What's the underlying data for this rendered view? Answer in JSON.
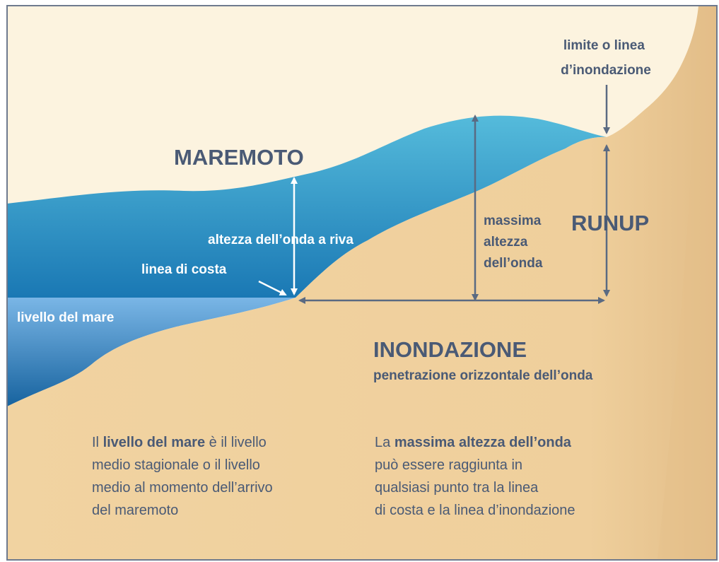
{
  "title": "MAREMOTO",
  "labels": {
    "inundation_limit_line1": "limite o linea",
    "inundation_limit_line2": "d’inondazione",
    "runup": "RUNUP",
    "max_height_line1": "massima",
    "max_height_line2": "altezza",
    "max_height_line3": "dell’onda",
    "shore_wave_height": "altezza dell’onda a riva",
    "coastline": "linea di costa",
    "sea_level": "livello del mare",
    "inundation_title": "INONDAZIONE",
    "inundation_subtitle": "penetrazione orizzontale dell’onda"
  },
  "notes": {
    "left": {
      "l1_pre": "Il ",
      "l1_bold": "livello del mare",
      "l1_post": " è il livello",
      "l2": "medio stagionale o il livello",
      "l3": "medio al momento dell’arrivo",
      "l4": "del maremoto"
    },
    "right": {
      "l1_pre": "La ",
      "l1_bold": "massima altezza dell’onda",
      "l2": "può essere raggiunta in",
      "l3": "qualsiasi punto tra la linea",
      "l4": "di costa e la linea d’inondazione"
    }
  },
  "colors": {
    "sky": "#fcf3df",
    "land": "#f1d3a1",
    "land_dark": "#e4bf8a",
    "wave_light": "#55bbdb",
    "wave_dark": "#1a78b4",
    "sea_light": "#7ab6e6",
    "sea_dark": "#17639f",
    "label_dark": "#4a5a75",
    "arrow": "#5a6a82",
    "frame": "#6e7a8e",
    "white": "#ffffff"
  }
}
